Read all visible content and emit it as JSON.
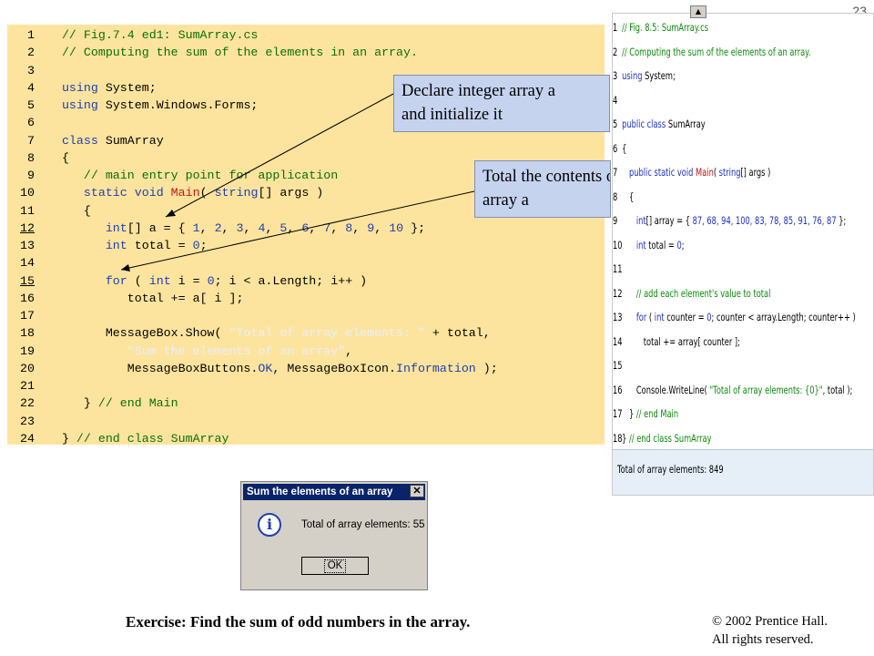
{
  "page_number": "23",
  "code": {
    "lines": [
      {
        "n": "1",
        "parts": [
          {
            "t": "   ",
            "c": "pl"
          },
          {
            "t": "// Fig.7.4 ed1: SumArray.cs",
            "c": "cm"
          }
        ]
      },
      {
        "n": "2",
        "parts": [
          {
            "t": "   ",
            "c": "pl"
          },
          {
            "t": "// Computing the sum of the elements in an array.",
            "c": "cm"
          }
        ]
      },
      {
        "n": "3",
        "parts": []
      },
      {
        "n": "4",
        "parts": [
          {
            "t": "   ",
            "c": "pl"
          },
          {
            "t": "using",
            "c": "kw"
          },
          {
            "t": " System;",
            "c": "pl"
          }
        ]
      },
      {
        "n": "5",
        "parts": [
          {
            "t": "   ",
            "c": "pl"
          },
          {
            "t": "using",
            "c": "kw"
          },
          {
            "t": " System.Windows.Forms;",
            "c": "pl"
          }
        ]
      },
      {
        "n": "6",
        "parts": []
      },
      {
        "n": "7",
        "parts": [
          {
            "t": "   ",
            "c": "pl"
          },
          {
            "t": "class",
            "c": "kw"
          },
          {
            "t": " SumArray",
            "c": "pl"
          }
        ]
      },
      {
        "n": "8",
        "parts": [
          {
            "t": "   {",
            "c": "pl"
          }
        ]
      },
      {
        "n": "9",
        "parts": [
          {
            "t": "      ",
            "c": "pl"
          },
          {
            "t": "// main entry point for application",
            "c": "cm"
          }
        ]
      },
      {
        "n": "10",
        "parts": [
          {
            "t": "      ",
            "c": "pl"
          },
          {
            "t": "static",
            "c": "kw"
          },
          {
            "t": " ",
            "c": "pl"
          },
          {
            "t": "void",
            "c": "kw"
          },
          {
            "t": " ",
            "c": "pl"
          },
          {
            "t": "Main",
            "c": "rd"
          },
          {
            "t": "( ",
            "c": "pl"
          },
          {
            "t": "string",
            "c": "kw"
          },
          {
            "t": "[] args )",
            "c": "pl"
          }
        ]
      },
      {
        "n": "11",
        "parts": [
          {
            "t": "      {",
            "c": "pl"
          }
        ]
      },
      {
        "n": "12",
        "u": true,
        "parts": [
          {
            "t": "         ",
            "c": "pl"
          },
          {
            "t": "int",
            "c": "kw"
          },
          {
            "t": "[] a = { ",
            "c": "pl"
          },
          {
            "t": "1",
            "c": "kw"
          },
          {
            "t": ", ",
            "c": "pl"
          },
          {
            "t": "2",
            "c": "kw"
          },
          {
            "t": ", ",
            "c": "pl"
          },
          {
            "t": "3",
            "c": "kw"
          },
          {
            "t": ", ",
            "c": "pl"
          },
          {
            "t": "4",
            "c": "kw"
          },
          {
            "t": ", ",
            "c": "pl"
          },
          {
            "t": "5",
            "c": "kw"
          },
          {
            "t": ", ",
            "c": "pl"
          },
          {
            "t": "6",
            "c": "kw"
          },
          {
            "t": ", ",
            "c": "pl"
          },
          {
            "t": "7",
            "c": "kw"
          },
          {
            "t": ", ",
            "c": "pl"
          },
          {
            "t": "8",
            "c": "kw"
          },
          {
            "t": ", ",
            "c": "pl"
          },
          {
            "t": "9",
            "c": "kw"
          },
          {
            "t": ", ",
            "c": "pl"
          },
          {
            "t": "10",
            "c": "kw"
          },
          {
            "t": " };",
            "c": "pl"
          }
        ]
      },
      {
        "n": "13",
        "parts": [
          {
            "t": "         ",
            "c": "pl"
          },
          {
            "t": "int",
            "c": "kw"
          },
          {
            "t": " total = ",
            "c": "pl"
          },
          {
            "t": "0",
            "c": "kw"
          },
          {
            "t": ";",
            "c": "pl"
          }
        ]
      },
      {
        "n": "14",
        "parts": []
      },
      {
        "n": "15",
        "u": true,
        "parts": [
          {
            "t": "         ",
            "c": "pl"
          },
          {
            "t": "for",
            "c": "kw"
          },
          {
            "t": " ( ",
            "c": "pl"
          },
          {
            "t": "int",
            "c": "kw"
          },
          {
            "t": " i = ",
            "c": "pl"
          },
          {
            "t": "0",
            "c": "kw"
          },
          {
            "t": "; i < a.Length; i++ )",
            "c": "pl"
          }
        ]
      },
      {
        "n": "16",
        "parts": [
          {
            "t": "            total += a[ i ];",
            "c": "pl"
          }
        ]
      },
      {
        "n": "17",
        "parts": []
      },
      {
        "n": "18",
        "parts": [
          {
            "t": "         MessageBox.Show( ",
            "c": "pl"
          },
          {
            "t": "\"Total of array elements: \"",
            "c": "st"
          },
          {
            "t": " + total,",
            "c": "pl"
          }
        ]
      },
      {
        "n": "19",
        "parts": [
          {
            "t": "            ",
            "c": "pl"
          },
          {
            "t": "\"Sum the elements of an array\"",
            "c": "st"
          },
          {
            "t": ",",
            "c": "pl"
          }
        ]
      },
      {
        "n": "20",
        "parts": [
          {
            "t": "            MessageBoxButtons.",
            "c": "pl"
          },
          {
            "t": "OK",
            "c": "kw"
          },
          {
            "t": ", MessageBoxIcon.",
            "c": "pl"
          },
          {
            "t": "Information",
            "c": "kw"
          },
          {
            "t": " );",
            "c": "pl"
          }
        ]
      },
      {
        "n": "21",
        "parts": []
      },
      {
        "n": "22",
        "parts": [
          {
            "t": "      } ",
            "c": "pl"
          },
          {
            "t": "// end Main",
            "c": "cm"
          }
        ]
      },
      {
        "n": "23",
        "parts": []
      },
      {
        "n": "24",
        "parts": [
          {
            "t": "   } ",
            "c": "pl"
          },
          {
            "t": "// end class SumArray",
            "c": "cm"
          }
        ]
      }
    ]
  },
  "callouts": {
    "declare": {
      "line1": "Declare integer array a",
      "line2": "and initialize it"
    },
    "total": {
      "line1": "Total the contents of",
      "line2": "array a"
    }
  },
  "vs_code": {
    "lines": [
      {
        "n": "1",
        "parts": [
          {
            "t": "// Fig. 8.5: SumArray.cs",
            "c": "vc"
          }
        ]
      },
      {
        "n": "2",
        "parts": [
          {
            "t": "// Computing the sum of the elements of an array.",
            "c": "vc"
          }
        ]
      },
      {
        "n": "3",
        "parts": [
          {
            "t": "using",
            "c": "vk"
          },
          {
            "t": " System;",
            "c": "pl"
          }
        ]
      },
      {
        "n": "4",
        "parts": []
      },
      {
        "n": "5",
        "parts": [
          {
            "t": "public class",
            "c": "vk"
          },
          {
            "t": " SumArray",
            "c": "pl"
          }
        ]
      },
      {
        "n": "6",
        "parts": [
          {
            "t": "{",
            "c": "pl"
          }
        ]
      },
      {
        "n": "7",
        "parts": [
          {
            "t": "   ",
            "c": "pl"
          },
          {
            "t": "public static void",
            "c": "vk"
          },
          {
            "t": " ",
            "c": "pl"
          },
          {
            "t": "Main",
            "c": "vr"
          },
          {
            "t": "( ",
            "c": "pl"
          },
          {
            "t": "string",
            "c": "vk"
          },
          {
            "t": "[] args )",
            "c": "pl"
          }
        ]
      },
      {
        "n": "8",
        "parts": [
          {
            "t": "   {",
            "c": "pl"
          }
        ]
      },
      {
        "n": "9",
        "parts": [
          {
            "t": "      ",
            "c": "pl"
          },
          {
            "t": "int",
            "c": "vk"
          },
          {
            "t": "[] array = { ",
            "c": "pl"
          },
          {
            "t": "87, 68, 94, 100, 83, 78, 85, 91, 76, 87",
            "c": "vk"
          },
          {
            "t": " };",
            "c": "pl"
          }
        ]
      },
      {
        "n": "10",
        "parts": [
          {
            "t": "      ",
            "c": "pl"
          },
          {
            "t": "int",
            "c": "vk"
          },
          {
            "t": " total = ",
            "c": "pl"
          },
          {
            "t": "0",
            "c": "vk"
          },
          {
            "t": ";",
            "c": "pl"
          }
        ]
      },
      {
        "n": "11",
        "parts": []
      },
      {
        "n": "12",
        "parts": [
          {
            "t": "      ",
            "c": "pl"
          },
          {
            "t": "// add each element's value to total",
            "c": "vc"
          }
        ]
      },
      {
        "n": "13",
        "parts": [
          {
            "t": "      ",
            "c": "pl"
          },
          {
            "t": "for",
            "c": "vk"
          },
          {
            "t": " ( ",
            "c": "pl"
          },
          {
            "t": "int",
            "c": "vk"
          },
          {
            "t": " counter = ",
            "c": "pl"
          },
          {
            "t": "0",
            "c": "vk"
          },
          {
            "t": "; counter < array.Length; counter++ )",
            "c": "pl"
          }
        ]
      },
      {
        "n": "14",
        "parts": [
          {
            "t": "         total += array[ counter ];",
            "c": "pl"
          }
        ]
      },
      {
        "n": "15",
        "parts": []
      },
      {
        "n": "16",
        "parts": [
          {
            "t": "      Console.WriteLine( ",
            "c": "pl"
          },
          {
            "t": "\"Total of array elements: {0}\"",
            "c": "vt"
          },
          {
            "t": ", total );",
            "c": "pl"
          }
        ]
      },
      {
        "n": "17",
        "parts": [
          {
            "t": "   } ",
            "c": "pl"
          },
          {
            "t": "// end Main",
            "c": "vc"
          }
        ]
      },
      {
        "n": "18",
        "parts": [
          {
            "t": "} ",
            "c": "pl"
          },
          {
            "t": "// end class SumArray",
            "c": "vc"
          }
        ]
      }
    ],
    "output": "Total of array elements: 849"
  },
  "msgbox": {
    "title": "Sum the elements of an array",
    "close_glyph": "✕",
    "icon_glyph": "i",
    "text": "Total of array elements: 55",
    "ok_label": "OK"
  },
  "scroll_up_glyph": "▲",
  "exercise": "Exercise: Find the sum of odd numbers in the array.",
  "copyright": {
    "line1": "© 2002 Prentice Hall.",
    "line2": "All rights reserved."
  }
}
